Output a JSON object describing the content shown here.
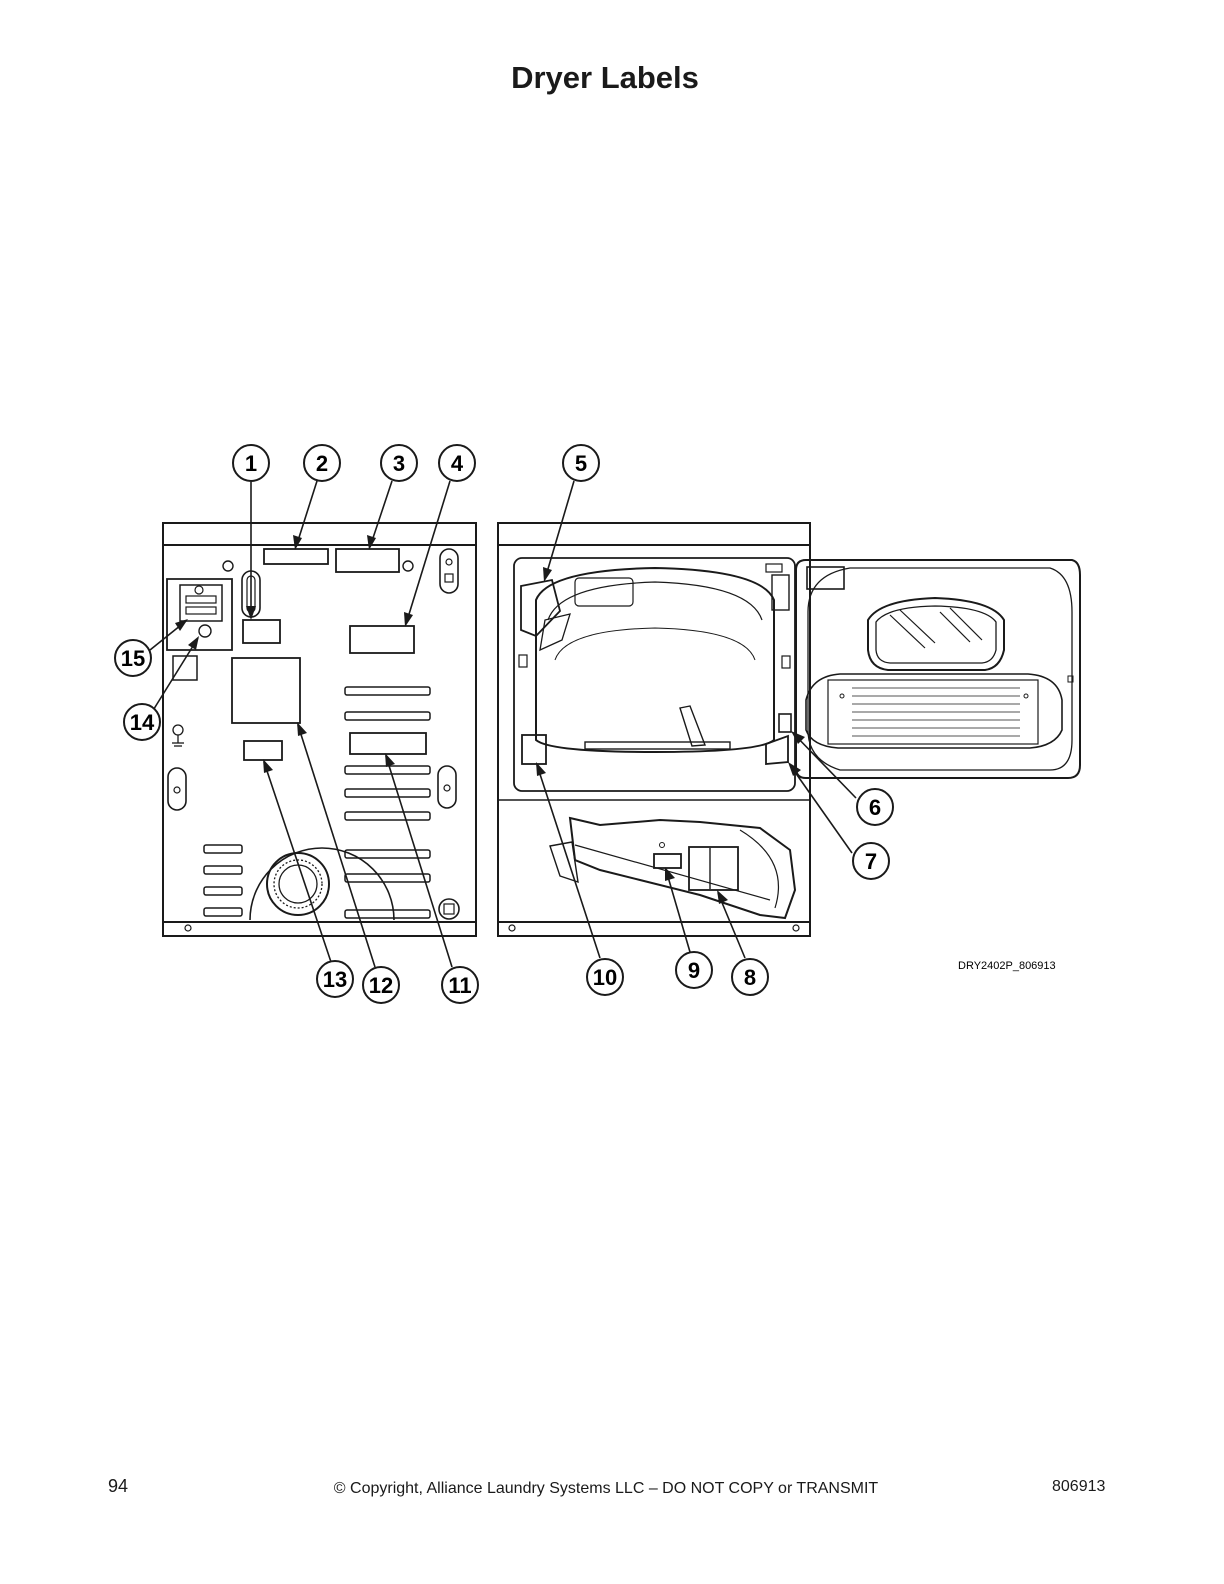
{
  "title": "Dryer Labels",
  "figure_id": "DRY2402P_806913",
  "callouts": [
    "1",
    "2",
    "3",
    "4",
    "5",
    "6",
    "7",
    "8",
    "9",
    "10",
    "11",
    "12",
    "13",
    "14",
    "15"
  ],
  "footer": {
    "page_number": "94",
    "copyright": "© Copyright, Alliance Laundry Systems LLC – DO NOT COPY or TRANSMIT",
    "doc_number": "806913"
  }
}
